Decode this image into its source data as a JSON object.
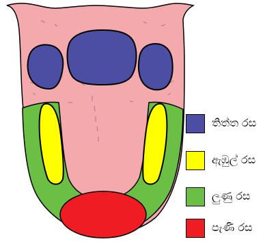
{
  "colors": {
    "bitter": "#4b4ea3",
    "sour": "#ffff00",
    "salty": "#6bbf45",
    "sweet": "#f01c24",
    "tongue": "#f4a9ad",
    "outline": "#000000"
  },
  "legend": [
    {
      "key": "bitter",
      "label": "තිත්ත රස"
    },
    {
      "key": "sour",
      "label": "ඇඹුල් රස"
    },
    {
      "key": "salty",
      "label": "ලුණු රස"
    },
    {
      "key": "sweet",
      "label": "පැණි රස"
    }
  ]
}
